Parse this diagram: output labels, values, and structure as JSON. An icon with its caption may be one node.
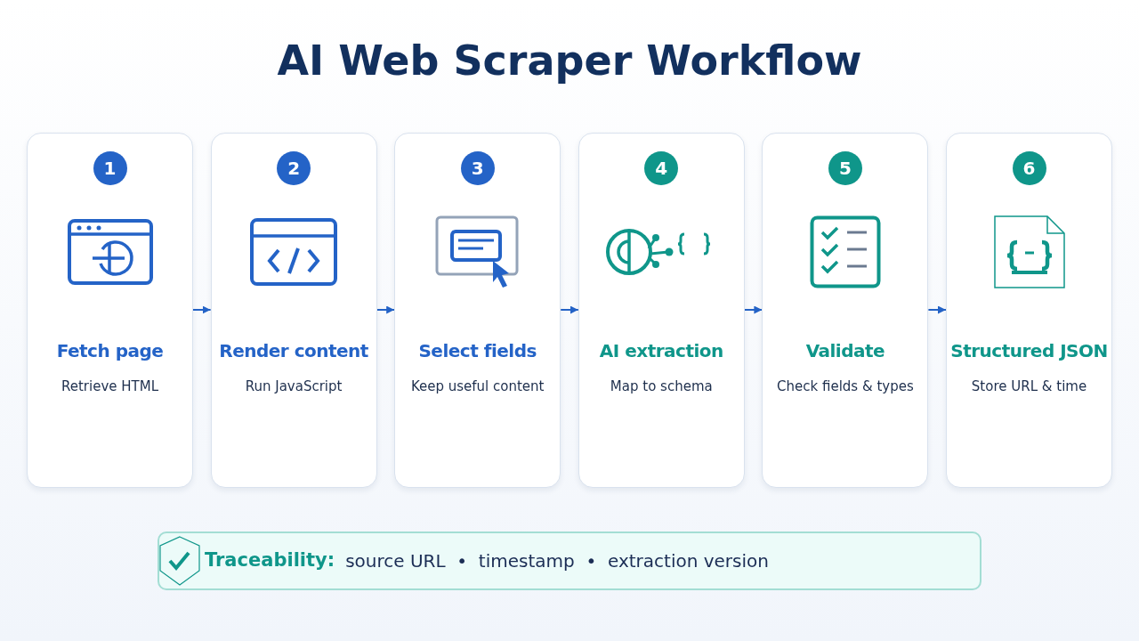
{
  "diagram": {
    "title": "AI Web Scraper Workflow",
    "nodes": [
      {
        "text": [
          "1",
          "Fetch page",
          "Retrieve HTML"
        ]
      },
      {
        "text": [
          "2",
          "Render content",
          "Run JavaScript"
        ]
      },
      {
        "text": [
          "3",
          "Select fields",
          "Keep useful content"
        ]
      },
      {
        "text": [
          "4",
          "AI extraction",
          "Map to schema"
        ]
      },
      {
        "text": [
          "5",
          "Validate",
          "Check fields & types"
        ]
      },
      {
        "text": [
          "6",
          "Structured JSON",
          "Store URL & time"
        ]
      },
      {
        "text": [
          "Traceability:",
          "source URL  •  timestamp  •  extraction version"
        ]
      }
    ],
    "edges": [
      {
        "from": 0,
        "to": 1,
        "arrow": "to"
      },
      {
        "from": 1,
        "to": 2,
        "arrow": "to"
      },
      {
        "from": 2,
        "to": 3,
        "arrow": "to"
      },
      {
        "from": 3,
        "to": 4,
        "arrow": "to"
      },
      {
        "from": 4,
        "to": 5,
        "arrow": "to"
      }
    ]
  }
}
